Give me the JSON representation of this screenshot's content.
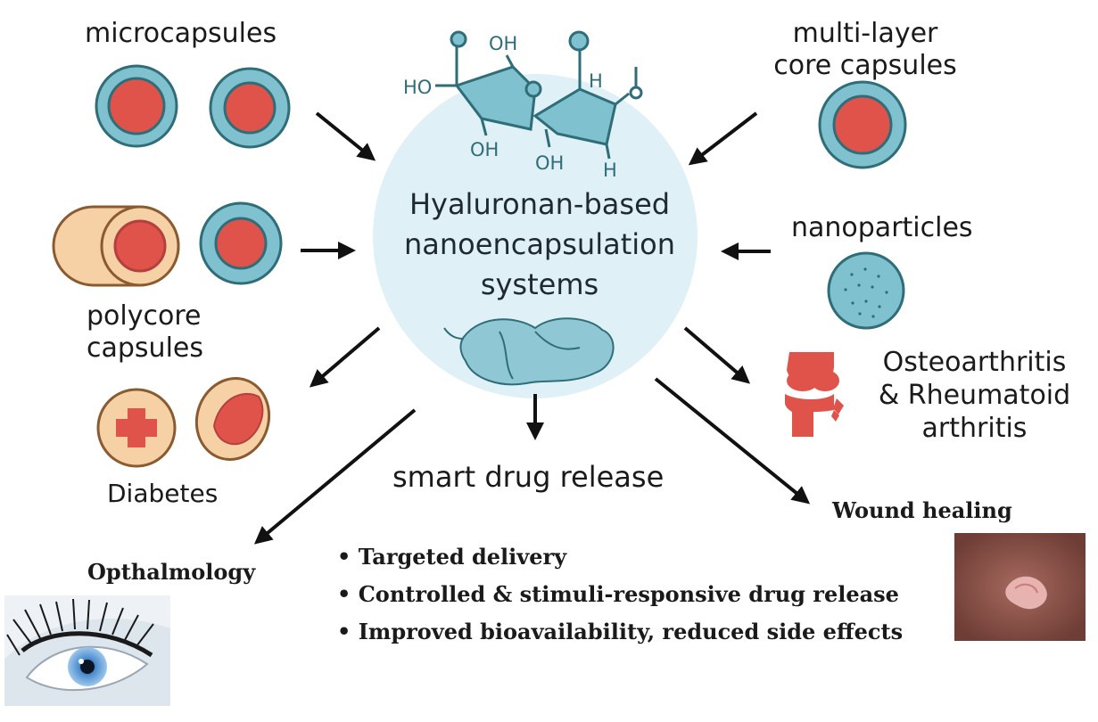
{
  "center": {
    "lines": [
      "Hyaluronan-based",
      "nanoencapsulation",
      "systems"
    ]
  },
  "molecule": {
    "labels": [
      "OH",
      "HO",
      "OH",
      "OH",
      "H",
      "H"
    ]
  },
  "labels": {
    "microcapsules": "microcapsules",
    "multilayer": [
      "multi-layer",
      "core capsules"
    ],
    "polycore": [
      "polycore",
      "capsules"
    ],
    "nanoparticles": "nanoparticles",
    "arthritis": [
      "Osteoarthritis",
      "& Rheumatoid",
      "arthritis"
    ],
    "diabetes": "Diabetes",
    "smart_release": "smart drug release",
    "ophthalmology": "Opthalmology",
    "wound": "Wound healing"
  },
  "bullets": [
    "Targeted delivery",
    "Controlled & stimuli-responsive drug release",
    "Improved bioavailability, reduced side effects"
  ],
  "colors": {
    "capsule_shell": "#7fc1cf",
    "capsule_core": "#e0534a",
    "bg_circle": "#dff0f6",
    "arrow": "#111111",
    "outline": "#2f6d78"
  },
  "icons": [
    "microcapsule-icon",
    "multilayer-capsule-icon",
    "polycore-capsule-icon",
    "nanoparticle-icon",
    "joint-icon",
    "diabetes-icon",
    "eye-photo",
    "wound-photo",
    "hydrogel-cluster-icon"
  ]
}
